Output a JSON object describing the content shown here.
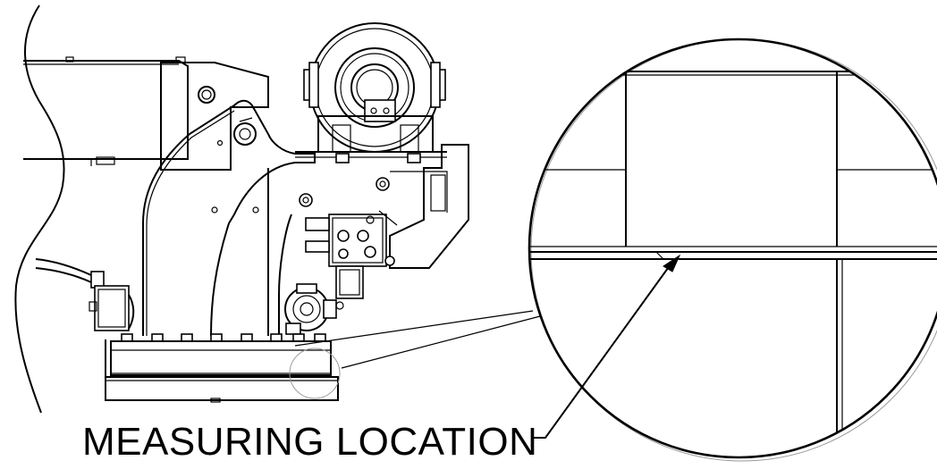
{
  "diagram": {
    "callout_label": "MEASURING LOCATION"
  },
  "icons": {
    "detail_view": "magnified-detail-circle",
    "source_marker": "detail-source-circle",
    "leader": "leader-arrow"
  }
}
